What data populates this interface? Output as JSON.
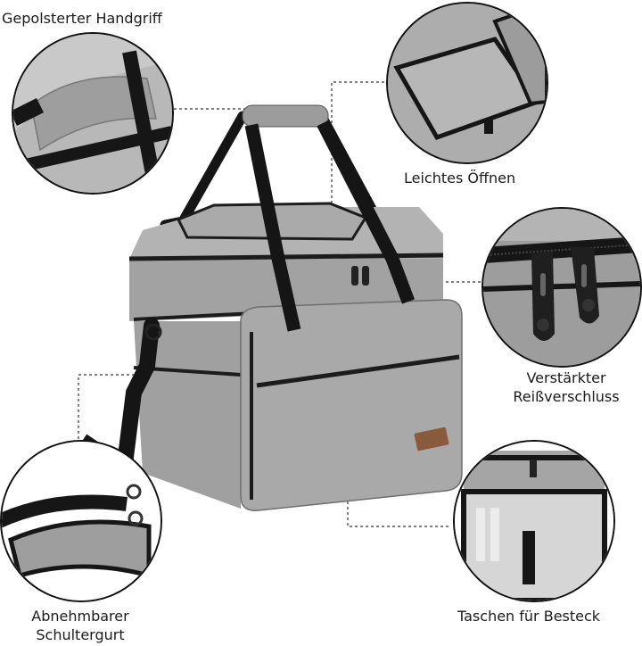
{
  "labels": {
    "handle": "Gepolsterter Handgriff",
    "opening": "Leichtes Öffnen",
    "zipper_line1": "Verstärkter",
    "zipper_line2": "Reißverschluss",
    "strap_line1": "Abnehmbarer",
    "strap_line2": "Schultergurt",
    "pockets": "Taschen für Besteck"
  },
  "colors": {
    "fabric": "#a7a7a7",
    "fabric_dark": "#8e8e8e",
    "trim": "#1c1c1c",
    "leather_patch": "#8a5a3c"
  }
}
